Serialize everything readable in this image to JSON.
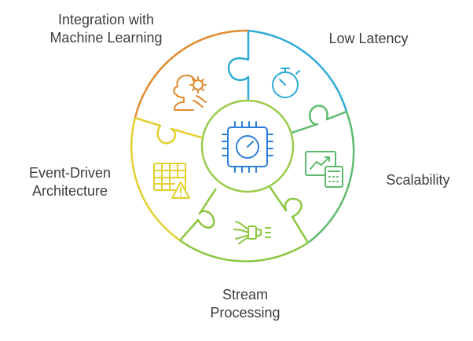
{
  "diagram": {
    "center_icon": "processor-chip-speed-icon",
    "segments": [
      {
        "id": "latency",
        "lines": [
          "Low Latency"
        ],
        "color": "#2eaad6",
        "icon": "stopwatch-icon"
      },
      {
        "id": "scalability",
        "lines": [
          "Scalability"
        ],
        "color": "#5dbb6d",
        "icon": "chart-calculator-icon"
      },
      {
        "id": "stream",
        "lines": [
          "Stream",
          "Processing"
        ],
        "color": "#8cc63f",
        "icon": "stream-spray-icon"
      },
      {
        "id": "event",
        "lines": [
          "Event-Driven",
          "Architecture"
        ],
        "color": "#e3cf2f",
        "icon": "table-warning-icon"
      },
      {
        "id": "ml",
        "lines": [
          "Integration with",
          "Machine Learning"
        ],
        "color": "#e08a2e",
        "icon": "head-gear-icon"
      }
    ],
    "center_colors": {
      "ring": "#9acb4a",
      "chip": "#2f7ed8"
    }
  }
}
